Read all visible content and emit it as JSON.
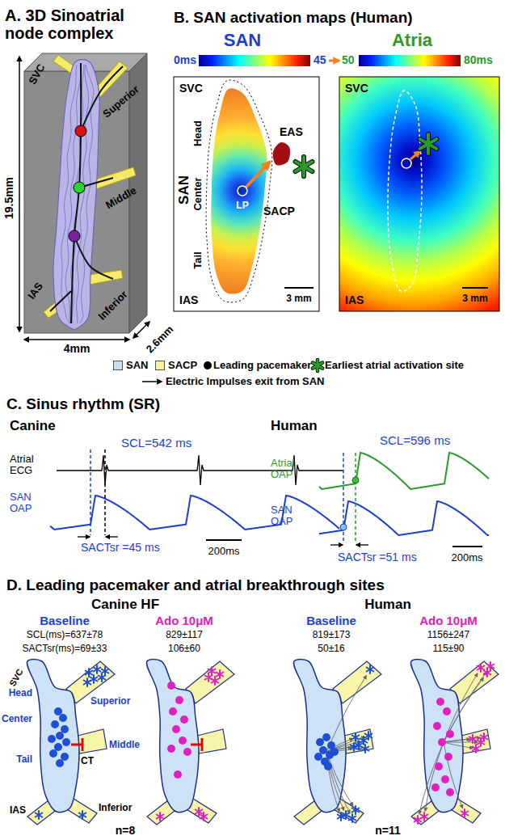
{
  "diagram": {
    "labels": [
      "A. 3D Sinoatrial node complex",
      "SVC",
      "Superior",
      "Middle",
      "IAS",
      "Inferior",
      "19.5mm",
      "4mm",
      "2.6mm",
      "B. SAN activation maps (Human)",
      "SAN",
      "Atria",
      "0ms",
      "45",
      "50",
      "80ms",
      "SVC",
      "Head",
      "SAN",
      "Center",
      "Tail",
      "IAS",
      "EAS",
      "SACP",
      "LP",
      "3 mm",
      "SVC",
      "IAS",
      "3 mm",
      "C. Sinus rhythm (SR)",
      "Canine",
      "SCL=542 ms",
      "Atrial ECG",
      "SAN OAP",
      "SACTsr =45 ms",
      "200ms",
      "Human",
      "SCL=596 ms",
      "Atrial OAP",
      "SAN OAP",
      "SACTsr =51 ms",
      "200ms",
      "D. Leading pacemaker and atrial breakthrough sites",
      "Canine HF",
      "Human",
      "Baseline",
      "SCL(ms)=637±78",
      "SACTsr(ms)=69±33",
      "Ado 10μM",
      "829±117",
      "106±60",
      "Baseline",
      "819±173",
      "50±16",
      "Ado 10μM",
      "1156±247",
      "115±90",
      "SVC",
      "Head",
      "Center",
      "Tail",
      "Superior",
      "Middle",
      "CT",
      "IAS",
      "Inferior",
      "n=8",
      "n=11"
    ],
    "legend": [
      {
        "text": "SAN",
        "color": "#c9def4"
      },
      {
        "text": "SACP",
        "color": "#f7f29a"
      },
      {
        "text": "Leading pacemaker"
      },
      {
        "text": "Earliest atrial activation site"
      },
      {
        "text": "Electric Impulses exit from SAN"
      }
    ]
  }
}
